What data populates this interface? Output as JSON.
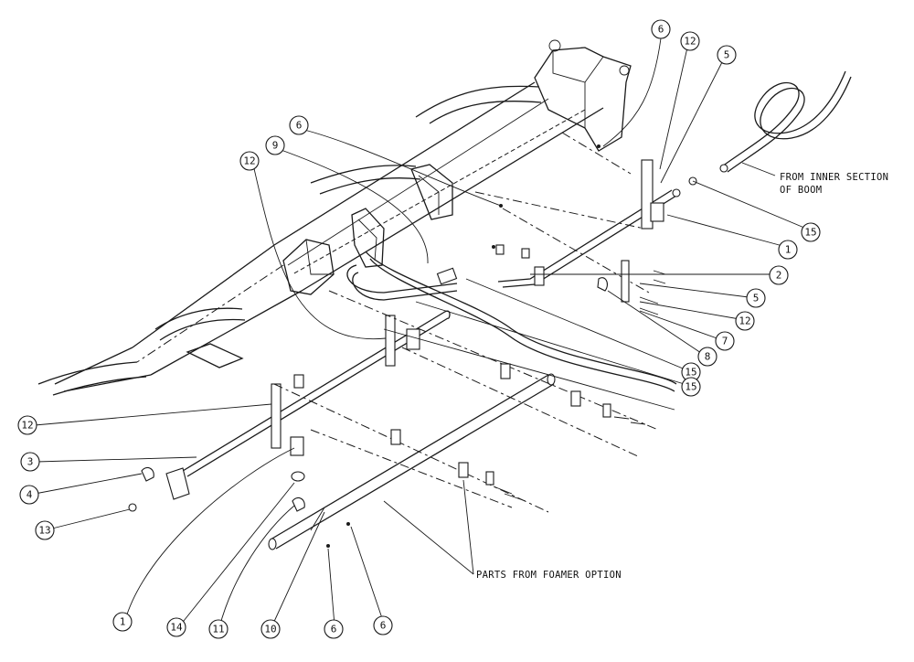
{
  "notes": {
    "inner_section_line1": "FROM INNER SECTION",
    "inner_section_line2": "OF BOOM",
    "foamer": "PARTS FROM FOAMER OPTION"
  },
  "callouts": [
    {
      "id": "c-6-top",
      "label": "6"
    },
    {
      "id": "c-12-top",
      "label": "12"
    },
    {
      "id": "c-5-top",
      "label": "5"
    },
    {
      "id": "c-6-mid",
      "label": "6"
    },
    {
      "id": "c-9",
      "label": "9"
    },
    {
      "id": "c-12-left",
      "label": "12"
    },
    {
      "id": "c-15-right",
      "label": "15"
    },
    {
      "id": "c-1-right",
      "label": "1"
    },
    {
      "id": "c-2",
      "label": "2"
    },
    {
      "id": "c-5-right",
      "label": "5"
    },
    {
      "id": "c-12-right",
      "label": "12"
    },
    {
      "id": "c-7",
      "label": "7"
    },
    {
      "id": "c-8",
      "label": "8"
    },
    {
      "id": "c-15-mid",
      "label": "15"
    },
    {
      "id": "c-15-low",
      "label": "15"
    },
    {
      "id": "c-12-bottom",
      "label": "12"
    },
    {
      "id": "c-3",
      "label": "3"
    },
    {
      "id": "c-4",
      "label": "4"
    },
    {
      "id": "c-13",
      "label": "13"
    },
    {
      "id": "c-1-bottom",
      "label": "1"
    },
    {
      "id": "c-14",
      "label": "14"
    },
    {
      "id": "c-11",
      "label": "11"
    },
    {
      "id": "c-10",
      "label": "10"
    },
    {
      "id": "c-6-bottom-left",
      "label": "6"
    },
    {
      "id": "c-6-bottom-right",
      "label": "6"
    }
  ]
}
